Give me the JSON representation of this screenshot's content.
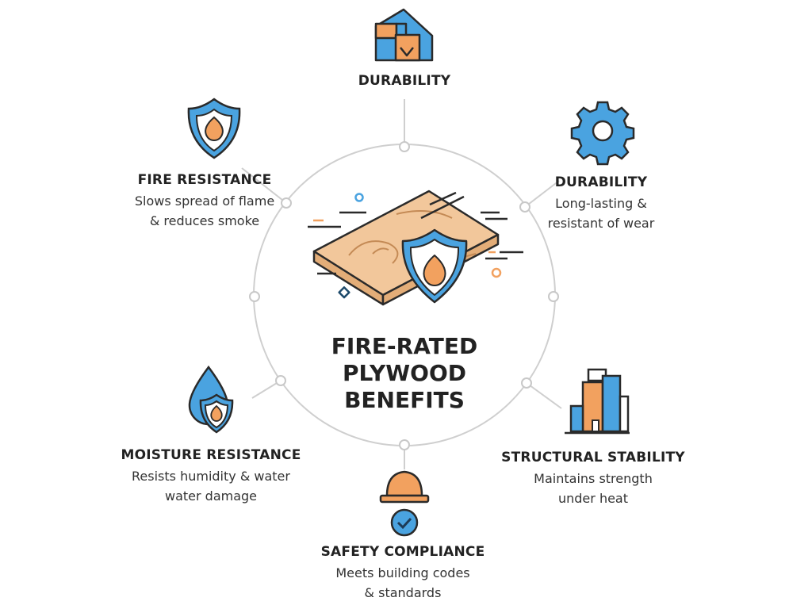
{
  "title": [
    "FIRE-RATED",
    "PLYWOOD",
    "BENEFITS"
  ],
  "benefits": [
    {
      "title": "DURABILITY",
      "icon": "house-blocks-icon"
    },
    {
      "title": "FIRE RESISTANCE",
      "desc": [
        "Slows spread of flame",
        "& reduces smoke"
      ],
      "icon": "fire-shield-icon"
    },
    {
      "title": "DURABILITY",
      "desc": [
        "Long-lasting &",
        "resistant of wear"
      ],
      "icon": "gear-icon"
    },
    {
      "title": "MOISTURE RESISTANCE",
      "desc": [
        "Resists humidity & water",
        "water damage"
      ],
      "icon": "water-drop-shield-icon"
    },
    {
      "title": "STRUCTURAL STABILITY",
      "desc": [
        "Maintains strength",
        "under heat"
      ],
      "icon": "building-icon"
    },
    {
      "title": "SAFETY COMPLIANCE",
      "desc": [
        "Meets building codes",
        "& standards"
      ],
      "icon": "hardhat-check-icon"
    }
  ],
  "colors": {
    "blue": "#4aa3e0",
    "orange": "#f2a15f",
    "wood": "#f2c79b",
    "line": "#cccccc",
    "ink": "#222222"
  }
}
